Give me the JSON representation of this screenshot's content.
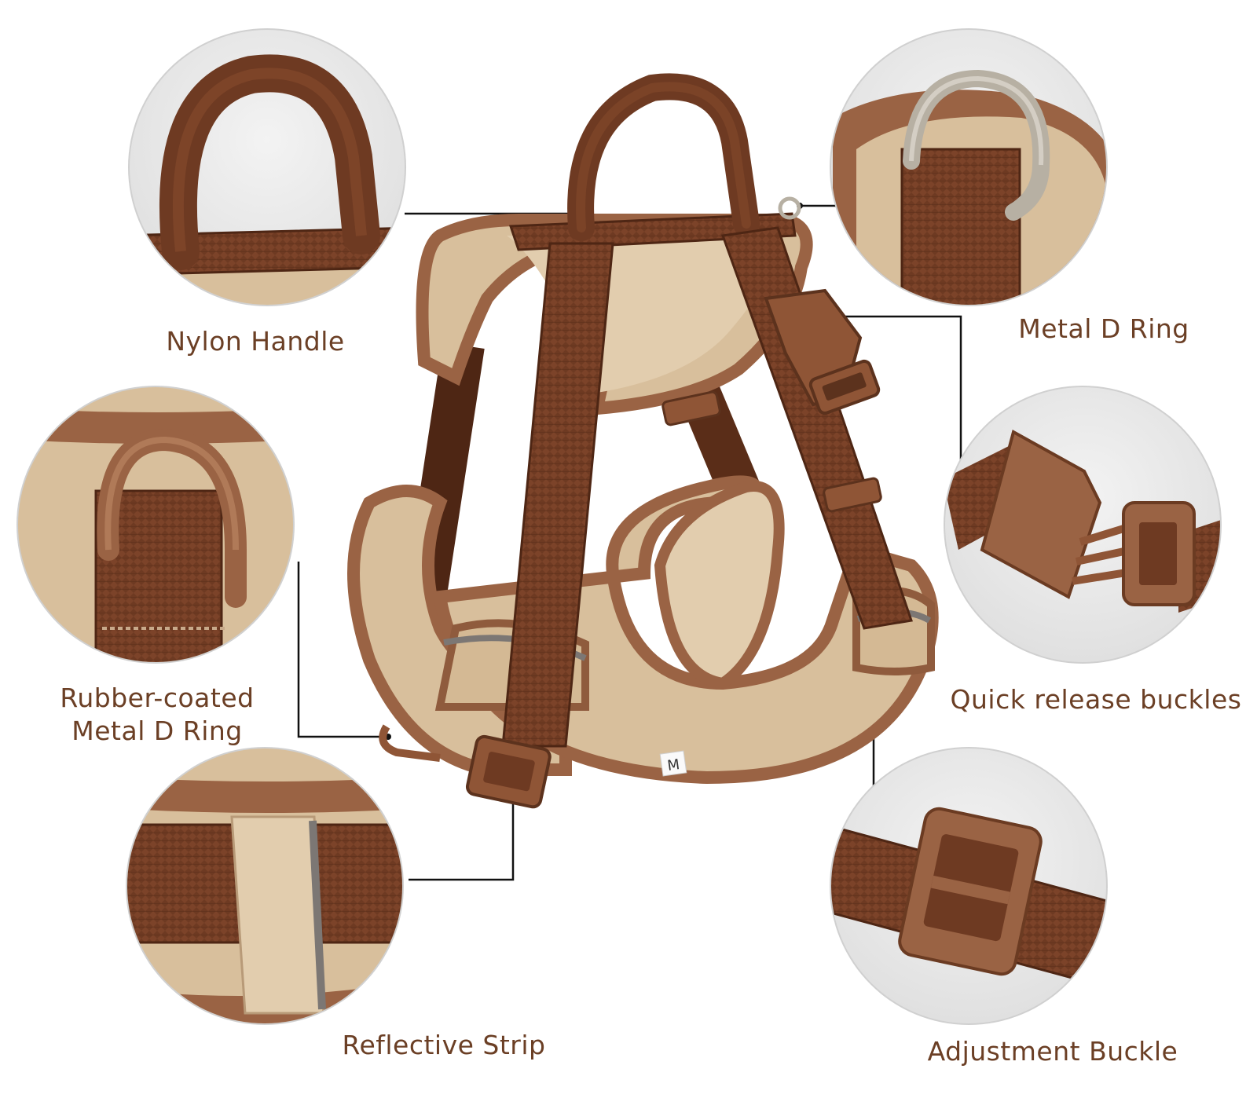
{
  "palette": {
    "label_text": "#6b3f25",
    "strap_brown": "#6e3a22",
    "strap_dark": "#4e2614",
    "trim_brown": "#9a6344",
    "padding_beige": "#d8bf9c",
    "padding_light": "#e6d3b6",
    "circle_background": "#ebebeb",
    "metal_ring": "#b7b0a3",
    "reflective_grey": "#7c7774",
    "leader_line": "#111111"
  },
  "callouts": {
    "nylon_handle": {
      "label": "Nylon Handle",
      "icon": "nylon-handle-closeup"
    },
    "metal_d_ring": {
      "label": "Metal D Ring",
      "icon": "metal-d-ring-closeup"
    },
    "rubber_coated_d_ring": {
      "label_line1": "Rubber-coated",
      "label_line2": "Metal D Ring",
      "icon": "rubber-coated-d-ring-closeup"
    },
    "quick_release_buckles": {
      "label": "Quick release buckles",
      "icon": "quick-release-buckle-closeup"
    },
    "reflective_strip": {
      "label": "Reflective Strip",
      "icon": "reflective-strip-closeup"
    },
    "adjustment_buckle": {
      "label": "Adjustment Buckle",
      "icon": "adjustment-buckle-closeup"
    }
  },
  "harness": {
    "size_tag": "M",
    "icon": "dog-harness"
  }
}
